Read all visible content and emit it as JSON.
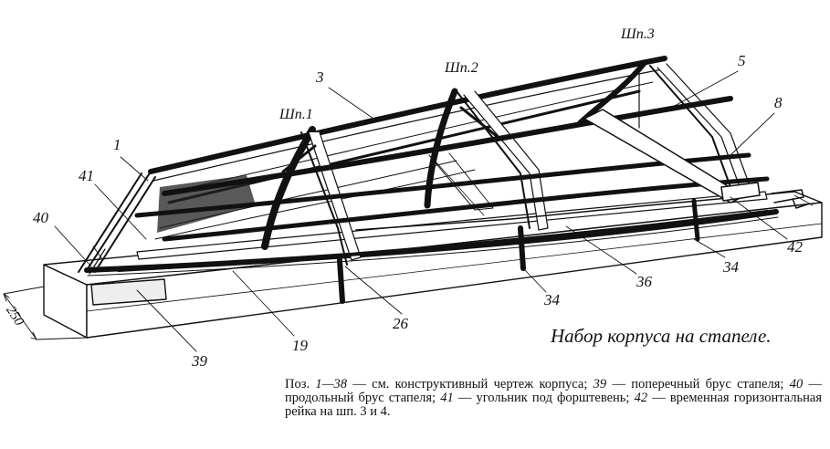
{
  "frame_labels": [
    "Шп.1",
    "Шп.2",
    "Шп.3"
  ],
  "callouts": {
    "n1": "1",
    "n3": "3",
    "n5": "5",
    "n8": "8",
    "n41": "41",
    "n40": "40",
    "n42": "42",
    "n36": "36",
    "n34a": "34",
    "n34b": "34",
    "n26": "26",
    "n19": "19",
    "n39": "39"
  },
  "dimension": "250",
  "caption": "Набор корпуса на стапеле.",
  "legend": {
    "p1_a": "Поз. ",
    "p1_b": "1—38",
    "p1_c": " — см. конструктивный чертеж корпуса; ",
    "p2_a": "39",
    "p2_b": " — поперечный брус стапеля; ",
    "p3_a": "40",
    "p3_b": " —продольный брус стапеля; ",
    "p4_a": "41",
    "p4_b": " — угольник под форштевень; ",
    "p5_a": "42",
    "p5_b": " — временная горизонтальная рейка на шп. 3 и 4."
  }
}
